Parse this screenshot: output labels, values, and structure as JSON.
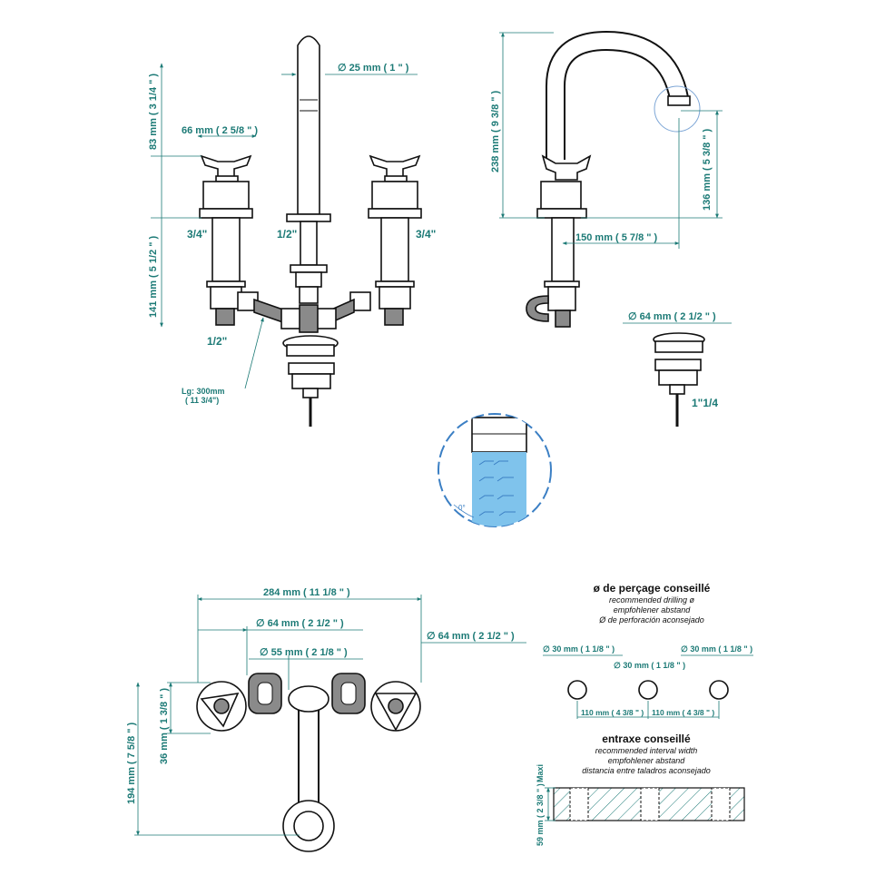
{
  "front_view": {
    "spout_diameter": "∅  25 mm ( 1 \" )",
    "handle_width": "66 mm ( 2 5/8 \" )",
    "height_upper": "83 mm ( 3 1/4 \" )",
    "height_lower": "141 mm ( 5 1/2 \" )",
    "conn_left": "3/4\"",
    "conn_center": "1/2\"",
    "conn_right": "3/4\"",
    "conn_bottom": "1/2\"",
    "hose_length": "Lg: 300mm",
    "hose_length_in": "( 11 3/4\")"
  },
  "side_view": {
    "total_height": "238 mm ( 9 3/8 \" )",
    "spout_height": "136 mm ( 5 3/8 \" )",
    "spout_reach": "150 mm ( 5 7/8 \" )",
    "drain_diameter": "∅  64 mm ( 2 1/2 \" )",
    "drain_conn": "1\"1/4"
  },
  "detail": {
    "angle": "0°"
  },
  "top_view": {
    "total_width": "284 mm ( 11 1/8 \" )",
    "handle_diameter": "∅  64 mm ( 2 1/2 \" )",
    "base_diameter": "∅  55 mm ( 2 1/8 \" )",
    "right_diameter": "∅  64 mm ( 2 1/2 \" )",
    "depth_small": "36 mm ( 1 3/8 \" )",
    "depth_total": "194 mm ( 7 5/8 \" )"
  },
  "drilling": {
    "title": "ø de perçage conseillé",
    "line_en": "recommended drilling ø",
    "line_de": "empfohlener abstand",
    "line_es": "Ø de perforación aconsejado",
    "hole_left": "∅  30 mm ( 1 1/8 \" )",
    "hole_center": "∅  30 mm ( 1 1/8 \" )",
    "hole_right": "∅  30 mm ( 1 1/8 \" )",
    "interval_left": "110 mm ( 4 3/8 \" )",
    "interval_right": "110 mm ( 4 3/8 \" )"
  },
  "interval": {
    "title": "entraxe conseillé",
    "line_en": "recommended interval width",
    "line_de": "empfohlener abstand",
    "line_es": "distancia entre taladros aconsejado",
    "thickness": "59 mm ( 2 3/8 \" )",
    "maxi": "Maxi"
  }
}
